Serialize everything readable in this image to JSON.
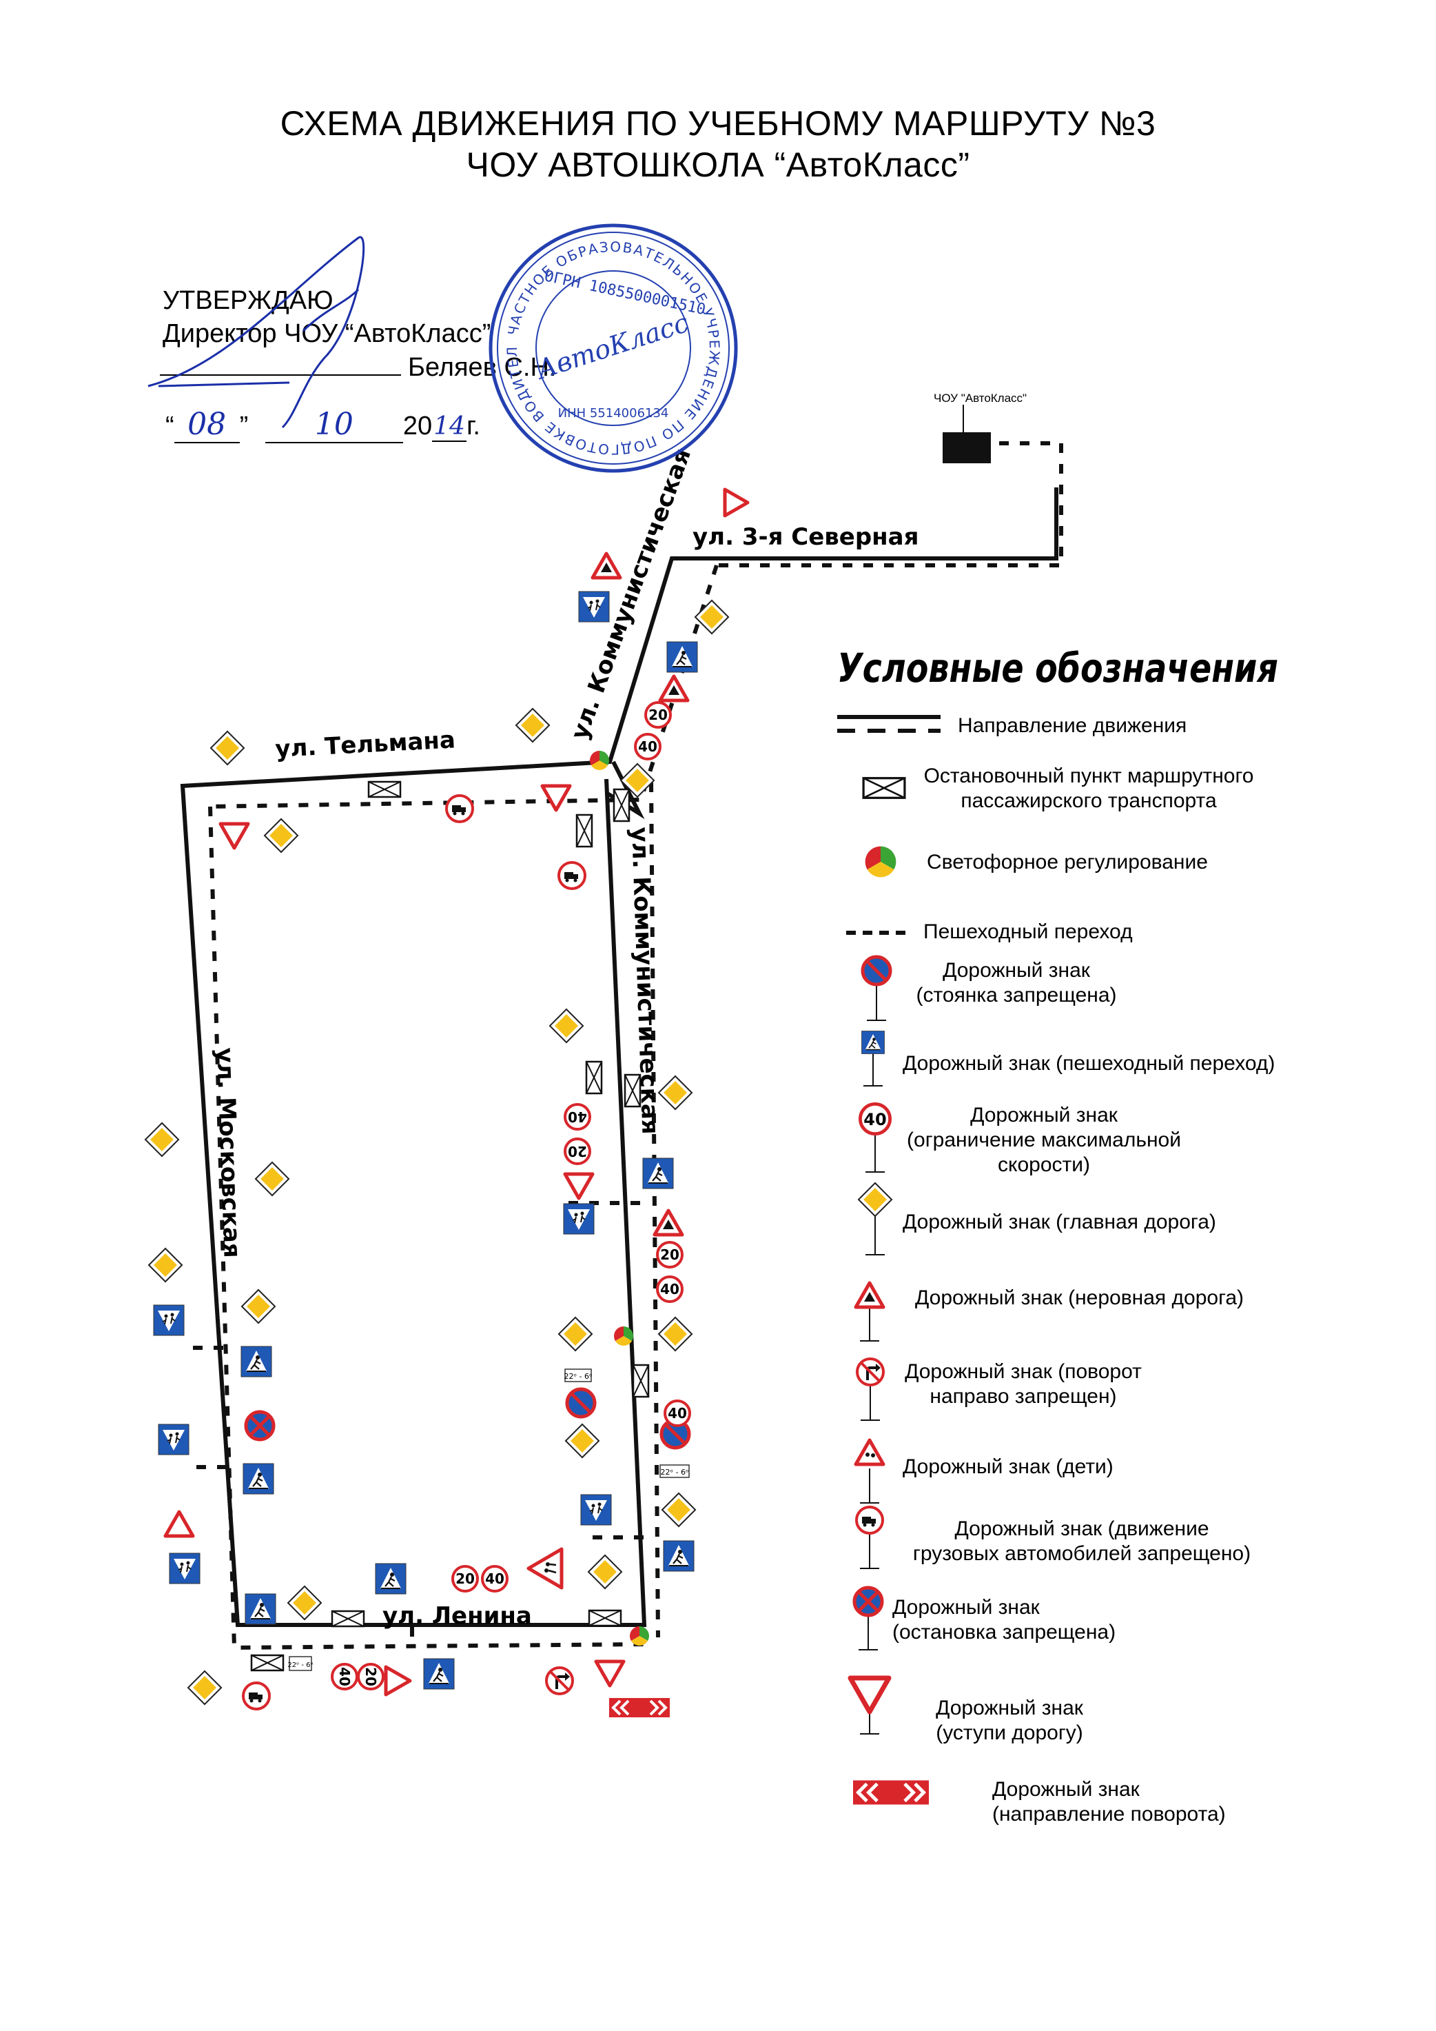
{
  "title": {
    "line1": "СХЕМА ДВИЖЕНИЯ ПО УЧЕБНОМУ МАРШРУТУ №3",
    "line2": "ЧОУ АВТОШКОЛА “АвтоКласс”"
  },
  "approval": {
    "heading": "УТВЕРЖДАЮ",
    "role": "Директор ЧОУ “АвтоКласс”",
    "name": "Беляев С.Н.",
    "date_day": "08",
    "date_month": "10",
    "date_year_prefix": "20",
    "date_year_suffix": "14",
    "date_suffix": "г."
  },
  "stamp": {
    "outer_text": "ЧАСТНОЕ ОБРАЗОВАТЕЛЬНОЕ УЧРЕЖДЕНИЕ ПО ПОДГОТОВКЕ ВОДИТЕЛЕЙ * РФ ОМСКАЯ ОБЛ *",
    "ogrn": "ОГРН 1085500001510",
    "inn": "ИНН 5514006134",
    "center": "АвтоКласс"
  },
  "office_label": "ЧОУ \"АвтоКласс\"",
  "streets": {
    "severnaya": "ул. 3-я Северная",
    "telmana": "ул. Тельмана",
    "kommunisticheskaya_top": "ул. Коммунистическая",
    "kommunisticheskaya_right": "ул. Коммунистическая",
    "moskovskaya": "ул. Московская",
    "lenina": "ул. Ленина"
  },
  "speed_values": [
    "20",
    "40"
  ],
  "time_plate": "22ᵒ - 6ᵒ",
  "legend": {
    "title": "Условные обозначения",
    "items": [
      {
        "id": "direction",
        "label": "Направление движения"
      },
      {
        "id": "bus-stop",
        "label": "Остановочный пункт маршрутного\nпассажирского транспорта"
      },
      {
        "id": "traffic-light",
        "label": "Светофорное регулирование"
      },
      {
        "id": "crosswalk-line",
        "label": "Пешеходный переход"
      },
      {
        "id": "no-parking",
        "label": "Дорожный знак\n(стоянка запрещена)"
      },
      {
        "id": "pedestrian",
        "label": "Дорожный знак (пешеходный переход)"
      },
      {
        "id": "speed-limit",
        "label": "Дорожный знак\n(ограничение максимальной\nскорости)"
      },
      {
        "id": "main-road",
        "label": "Дорожный знак (главная дорога)"
      },
      {
        "id": "uneven-road",
        "label": "Дорожный знак (неровная дорога)"
      },
      {
        "id": "no-right-turn",
        "label": "Дорожный знак (поворот\nнаправо запрещен)"
      },
      {
        "id": "children",
        "label": "Дорожный знак (дети)"
      },
      {
        "id": "no-trucks",
        "label": "Дорожный знак (движение\nгрузовых автомобилей запрещено)"
      },
      {
        "id": "no-stopping",
        "label": "Дорожный знак\n(остановка запрещена)"
      },
      {
        "id": "yield",
        "label": "Дорожный знак\n(уступи дорогу)"
      },
      {
        "id": "turn-direction",
        "label": "Дорожный знак\n(направление поворота)"
      }
    ]
  },
  "legend_speed_value": "40",
  "colors": {
    "route": "#111111",
    "sign_red": "#d8262b",
    "sign_blue": "#1f59b5",
    "sign_yellow": "#f6c21a",
    "light_green": "#3aa534",
    "stamp_blue": "#2440b0"
  }
}
